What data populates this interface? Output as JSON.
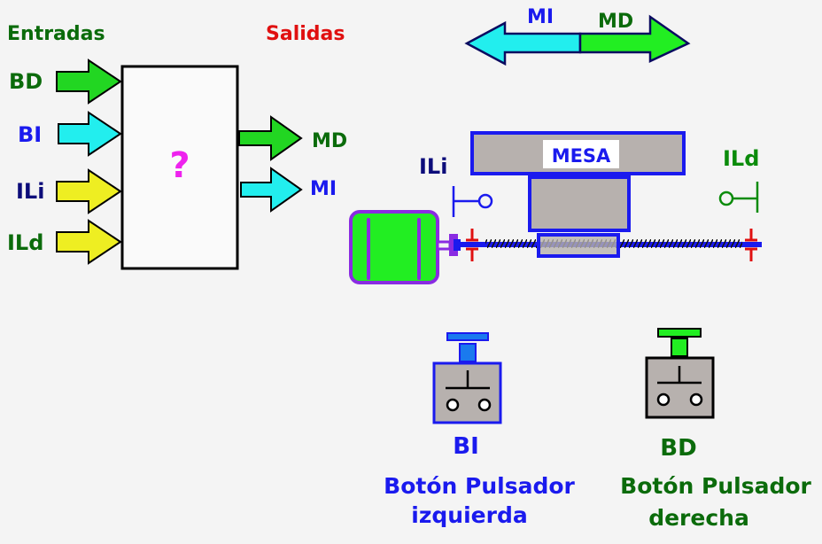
{
  "headings": {
    "inputs": "Entradas",
    "outputs": "Salidas"
  },
  "block": {
    "label": "?"
  },
  "inputs": [
    {
      "label": "BD",
      "color": "#22d622",
      "text_color": "#0b6b0b"
    },
    {
      "label": "BI",
      "color": "#22eeee",
      "text_color": "#1a1aee"
    },
    {
      "label": "ILi",
      "color": "#eeee22",
      "text_color": "#0c0c7a"
    },
    {
      "label": "ILd",
      "color": "#eeee22",
      "text_color": "#0b6b0b"
    }
  ],
  "outputs": [
    {
      "label": "MD",
      "color": "#22d622",
      "text_color": "#0b6b0b"
    },
    {
      "label": "MI",
      "color": "#22eeee",
      "text_color": "#1a1aee"
    }
  ],
  "direction": {
    "left_label": "MI",
    "right_label": "MD"
  },
  "machine": {
    "table_label": "MESA",
    "limit_left": "ILi",
    "limit_right": "ILd"
  },
  "buttons": [
    {
      "code": "BI",
      "line1": "Botón Pulsador",
      "line2": "izquierda"
    },
    {
      "code": "BD",
      "line1": "Botón Pulsador",
      "line2": "derecha"
    }
  ],
  "colors": {
    "blue": "#1a1aee",
    "green": "#0b6b0b",
    "red": "#e01010",
    "magenta": "#ee22ee",
    "gray": "#b7b1ae",
    "purple": "#8a2be2",
    "motor": "#22ee22"
  }
}
